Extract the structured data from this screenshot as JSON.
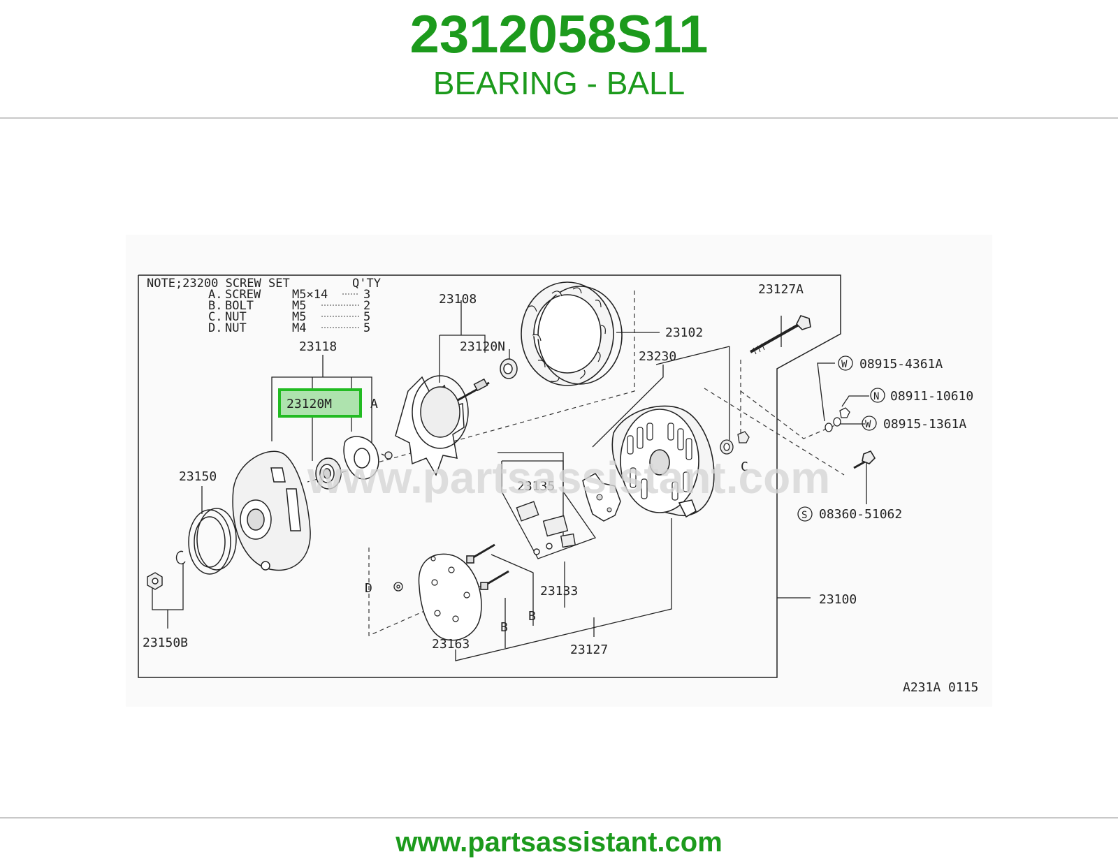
{
  "header": {
    "part_number": "2312058S11",
    "part_name": "BEARING - BALL"
  },
  "diagram": {
    "note": {
      "title": "NOTE;23200 SCREW SET",
      "qty_header": "Q'TY",
      "rows": [
        {
          "id": "A.",
          "name": "SCREW",
          "size": "M5×14",
          "qty": "3"
        },
        {
          "id": "B.",
          "name": "BOLT",
          "size": "M5",
          "qty": "2"
        },
        {
          "id": "C.",
          "name": "NUT",
          "size": "M5",
          "qty": "5"
        },
        {
          "id": "D.",
          "name": "NUT",
          "size": "M4",
          "qty": "5"
        }
      ]
    },
    "labels": {
      "p23108": "23108",
      "p23102": "23102",
      "p23127A": "23127A",
      "p23118": "23118",
      "p23120N": "23120N",
      "p23230": "23230",
      "p23120M": "23120M",
      "a": "A",
      "w1": "08915-4361A",
      "n1": "08911-10610",
      "w2": "08915-1361A",
      "p23150": "23150",
      "p23135": "23135",
      "c": "C",
      "s1": "08360-51062",
      "d": "D",
      "p23133": "23133",
      "p23100": "23100",
      "b1": "B",
      "b2": "B",
      "p23150B": "23150B",
      "p23163": "23163",
      "p23127": "23127",
      "code": "A231A 0115",
      "circ_w": "W",
      "circ_n": "N",
      "circ_s": "S"
    },
    "watermark": "www.partsassistant.com",
    "highlight_color": "#22bb22"
  },
  "footer": {
    "url": "www.partsassistant.com"
  }
}
